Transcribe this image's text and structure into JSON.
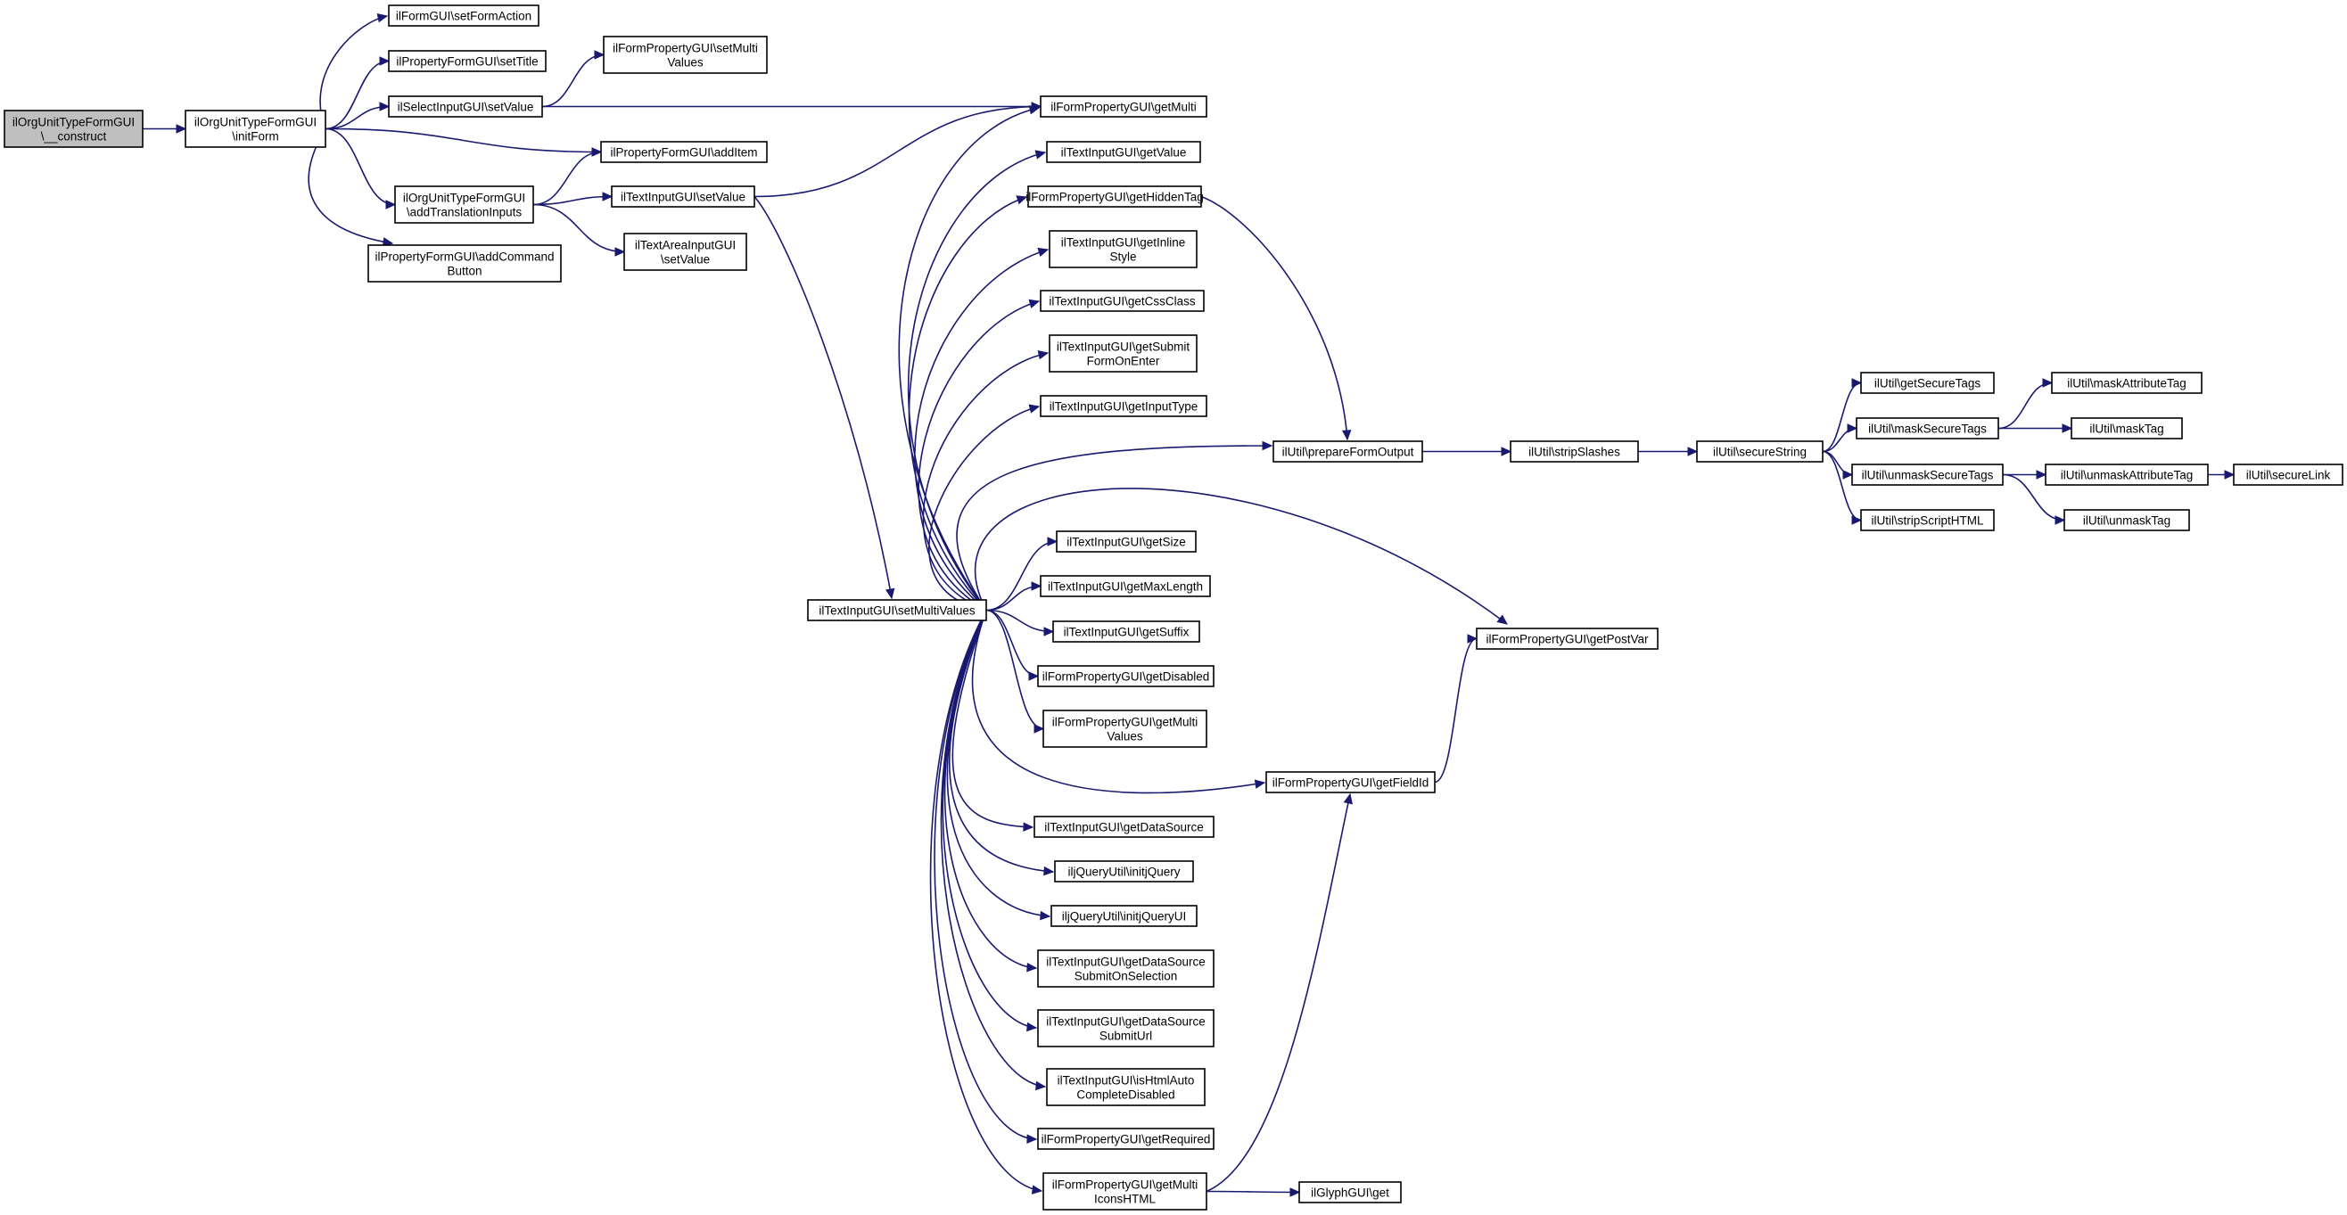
{
  "diagram": {
    "colors": {
      "edge": "#191970",
      "root_fill": "#bfbfbf",
      "node_fill": "#ffffff",
      "border": "#000000"
    },
    "nodes": [
      {
        "id": "n0",
        "lines": [
          "ilOrgUnitTypeFormGUI",
          "\\__construct"
        ],
        "root": true
      },
      {
        "id": "n1",
        "lines": [
          "ilOrgUnitTypeFormGUI",
          "\\initForm"
        ]
      },
      {
        "id": "n2",
        "lines": [
          "ilFormGUI\\setFormAction"
        ]
      },
      {
        "id": "n3",
        "lines": [
          "ilPropertyFormGUI\\setTitle"
        ]
      },
      {
        "id": "n4",
        "lines": [
          "ilSelectInputGUI\\setValue"
        ]
      },
      {
        "id": "n5",
        "lines": [
          "ilPropertyFormGUI\\addItem"
        ]
      },
      {
        "id": "n6",
        "lines": [
          "ilOrgUnitTypeFormGUI",
          "\\addTranslationInputs"
        ]
      },
      {
        "id": "n7",
        "lines": [
          "ilPropertyFormGUI\\addCommand",
          "Button"
        ]
      },
      {
        "id": "n8",
        "lines": [
          "ilFormPropertyGUI\\setMulti",
          "Values"
        ]
      },
      {
        "id": "n9",
        "lines": [
          "ilFormPropertyGUI\\getMulti"
        ]
      },
      {
        "id": "n10",
        "lines": [
          "ilTextInputGUI\\setValue"
        ]
      },
      {
        "id": "n11",
        "lines": [
          "ilTextAreaInputGUI",
          "\\setValue"
        ]
      },
      {
        "id": "n12",
        "lines": [
          "ilTextInputGUI\\setMultiValues"
        ]
      },
      {
        "id": "n13",
        "lines": [
          "ilTextInputGUI\\getValue"
        ]
      },
      {
        "id": "n14",
        "lines": [
          "ilFormPropertyGUI\\getHiddenTag"
        ]
      },
      {
        "id": "n15",
        "lines": [
          "ilTextInputGUI\\getInline",
          "Style"
        ]
      },
      {
        "id": "n16",
        "lines": [
          "ilTextInputGUI\\getCssClass"
        ]
      },
      {
        "id": "n17",
        "lines": [
          "ilTextInputGUI\\getSubmit",
          "FormOnEnter"
        ]
      },
      {
        "id": "n18",
        "lines": [
          "ilTextInputGUI\\getInputType"
        ]
      },
      {
        "id": "n19",
        "lines": [
          "ilUtil\\prepareFormOutput"
        ]
      },
      {
        "id": "n20",
        "lines": [
          "ilTextInputGUI\\getSize"
        ]
      },
      {
        "id": "n21",
        "lines": [
          "ilTextInputGUI\\getMaxLength"
        ]
      },
      {
        "id": "n22",
        "lines": [
          "ilTextInputGUI\\getSuffix"
        ]
      },
      {
        "id": "n23",
        "lines": [
          "ilFormPropertyGUI\\getDisabled"
        ]
      },
      {
        "id": "n24",
        "lines": [
          "ilFormPropertyGUI\\getMulti",
          "Values"
        ]
      },
      {
        "id": "n25",
        "lines": [
          "ilFormPropertyGUI\\getFieldId"
        ]
      },
      {
        "id": "n26",
        "lines": [
          "ilTextInputGUI\\getDataSource"
        ]
      },
      {
        "id": "n27",
        "lines": [
          "iljQueryUtil\\initjQuery"
        ]
      },
      {
        "id": "n28",
        "lines": [
          "iljQueryUtil\\initjQueryUI"
        ]
      },
      {
        "id": "n29",
        "lines": [
          "ilTextInputGUI\\getDataSource",
          "SubmitOnSelection"
        ]
      },
      {
        "id": "n30",
        "lines": [
          "ilTextInputGUI\\getDataSource",
          "SubmitUrl"
        ]
      },
      {
        "id": "n31",
        "lines": [
          "ilTextInputGUI\\isHtmlAuto",
          "CompleteDisabled"
        ]
      },
      {
        "id": "n32",
        "lines": [
          "ilFormPropertyGUI\\getRequired"
        ]
      },
      {
        "id": "n33",
        "lines": [
          "ilFormPropertyGUI\\getMulti",
          "IconsHTML"
        ]
      },
      {
        "id": "n34",
        "lines": [
          "ilUtil\\stripSlashes"
        ]
      },
      {
        "id": "n35",
        "lines": [
          "ilFormPropertyGUI\\getPostVar"
        ]
      },
      {
        "id": "n36",
        "lines": [
          "ilGlyphGUI\\get"
        ]
      },
      {
        "id": "n37",
        "lines": [
          "ilUtil\\secureString"
        ]
      },
      {
        "id": "n38",
        "lines": [
          "ilUtil\\getSecureTags"
        ]
      },
      {
        "id": "n39",
        "lines": [
          "ilUtil\\maskSecureTags"
        ]
      },
      {
        "id": "n40",
        "lines": [
          "ilUtil\\unmaskSecureTags"
        ]
      },
      {
        "id": "n41",
        "lines": [
          "ilUtil\\stripScriptHTML"
        ]
      },
      {
        "id": "n42",
        "lines": [
          "ilUtil\\maskAttributeTag"
        ]
      },
      {
        "id": "n43",
        "lines": [
          "ilUtil\\maskTag"
        ]
      },
      {
        "id": "n44",
        "lines": [
          "ilUtil\\unmaskAttributeTag"
        ]
      },
      {
        "id": "n45",
        "lines": [
          "ilUtil\\unmaskTag"
        ]
      },
      {
        "id": "n46",
        "lines": [
          "ilUtil\\secureLink"
        ]
      }
    ],
    "edges": [
      [
        "n0",
        "n1"
      ],
      [
        "n1",
        "n2"
      ],
      [
        "n1",
        "n3"
      ],
      [
        "n1",
        "n4"
      ],
      [
        "n1",
        "n5"
      ],
      [
        "n1",
        "n6"
      ],
      [
        "n1",
        "n7"
      ],
      [
        "n4",
        "n8"
      ],
      [
        "n4",
        "n9"
      ],
      [
        "n6",
        "n5"
      ],
      [
        "n6",
        "n10"
      ],
      [
        "n6",
        "n11"
      ],
      [
        "n10",
        "n9"
      ],
      [
        "n10",
        "n12"
      ],
      [
        "n12",
        "n9"
      ],
      [
        "n12",
        "n13"
      ],
      [
        "n12",
        "n14"
      ],
      [
        "n12",
        "n15"
      ],
      [
        "n12",
        "n16"
      ],
      [
        "n12",
        "n17"
      ],
      [
        "n12",
        "n18"
      ],
      [
        "n12",
        "n19"
      ],
      [
        "n12",
        "n35"
      ],
      [
        "n12",
        "n20"
      ],
      [
        "n12",
        "n21"
      ],
      [
        "n12",
        "n22"
      ],
      [
        "n12",
        "n23"
      ],
      [
        "n12",
        "n24"
      ],
      [
        "n12",
        "n25"
      ],
      [
        "n12",
        "n26"
      ],
      [
        "n12",
        "n27"
      ],
      [
        "n12",
        "n28"
      ],
      [
        "n12",
        "n29"
      ],
      [
        "n12",
        "n30"
      ],
      [
        "n12",
        "n31"
      ],
      [
        "n12",
        "n32"
      ],
      [
        "n12",
        "n33"
      ],
      [
        "n14",
        "n19"
      ],
      [
        "n19",
        "n34"
      ],
      [
        "n34",
        "n37"
      ],
      [
        "n37",
        "n38"
      ],
      [
        "n37",
        "n39"
      ],
      [
        "n37",
        "n40"
      ],
      [
        "n37",
        "n41"
      ],
      [
        "n39",
        "n42"
      ],
      [
        "n39",
        "n43"
      ],
      [
        "n40",
        "n44"
      ],
      [
        "n40",
        "n45"
      ],
      [
        "n44",
        "n46"
      ],
      [
        "n25",
        "n35"
      ],
      [
        "n33",
        "n25"
      ],
      [
        "n33",
        "n36"
      ]
    ]
  }
}
